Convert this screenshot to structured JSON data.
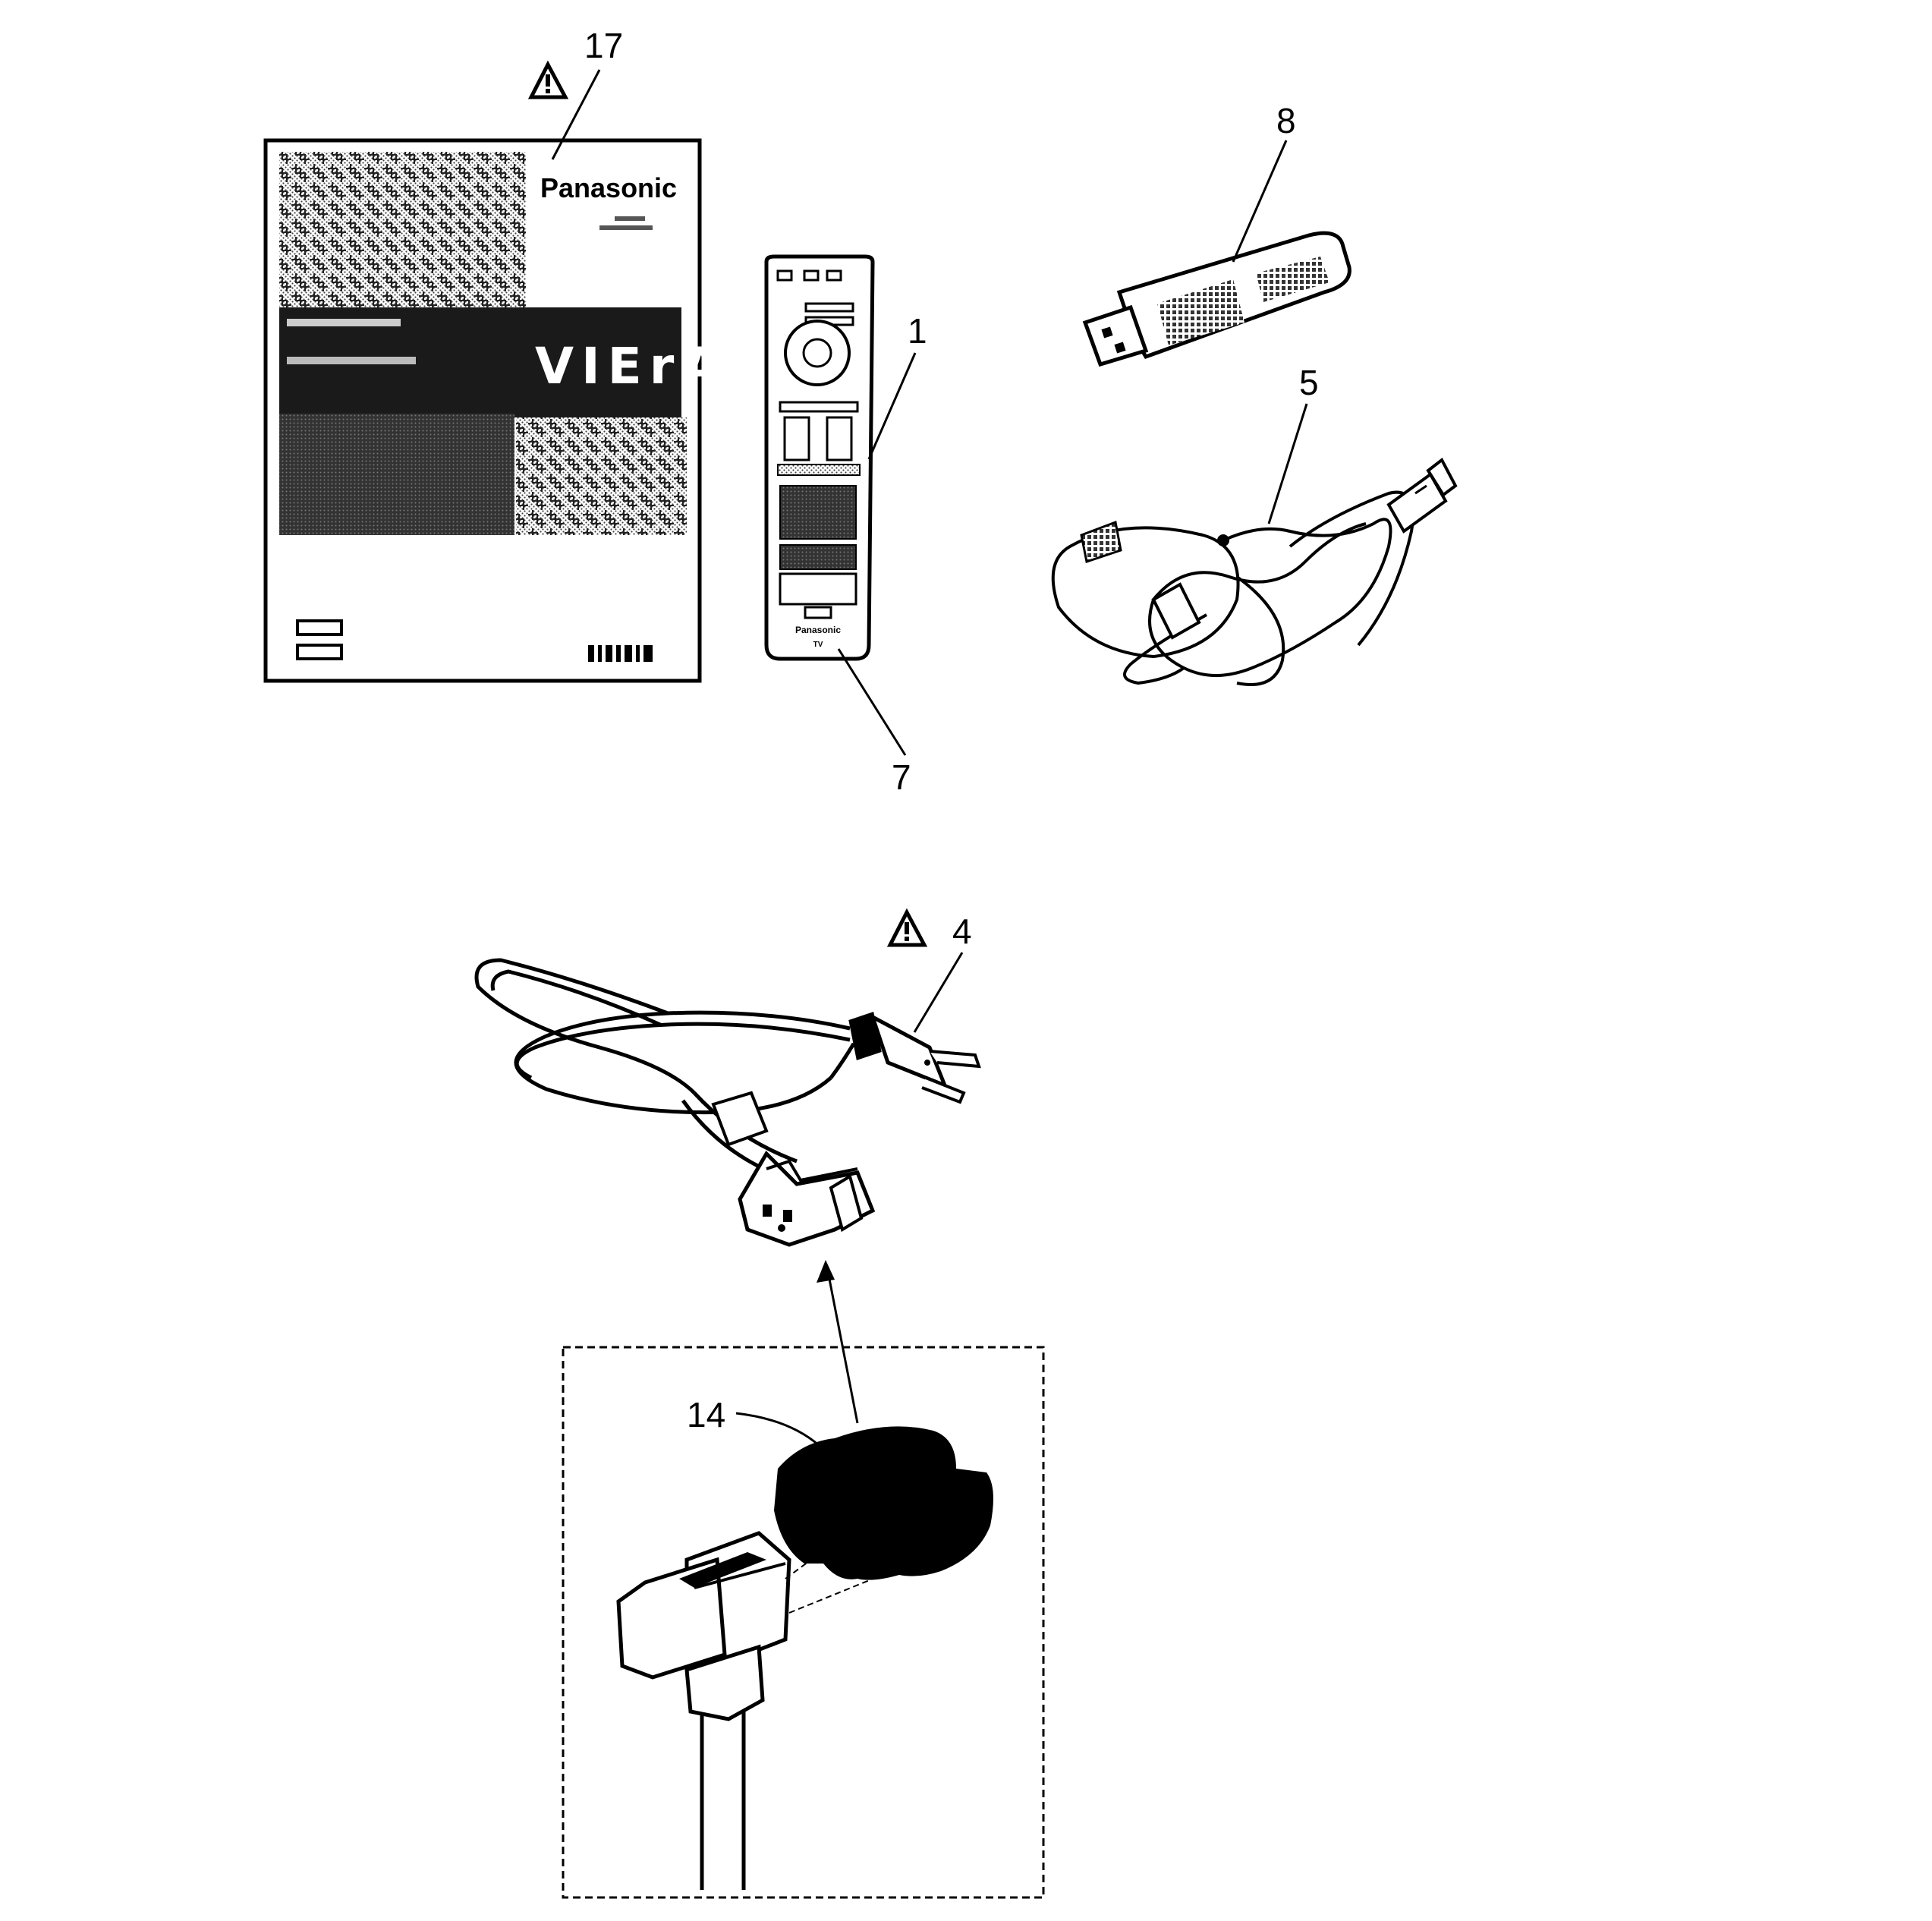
{
  "callouts": {
    "manual": "17",
    "remote_top": "1",
    "remote_bottom": "7",
    "wireless_adapter": "8",
    "usb_cable": "5",
    "power_cord": "4",
    "cord_holder": "14"
  },
  "manual_cover": {
    "brand": "Panasonic",
    "product": "VIErA"
  },
  "remote": {
    "brand": "Panasonic",
    "label": "TV"
  },
  "icons": [
    "warning-icon"
  ]
}
